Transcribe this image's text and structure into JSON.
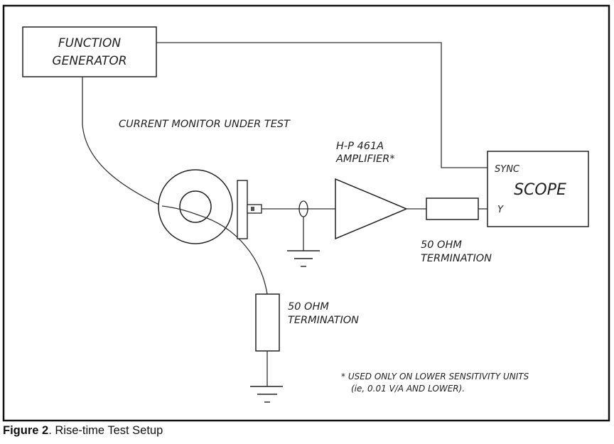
{
  "labels": {
    "function_generator_line1": "FUNCTION",
    "function_generator_line2": "GENERATOR",
    "current_monitor": "CURRENT MONITOR UNDER TEST",
    "amplifier_line1": "H-P 461A",
    "amplifier_line2": "AMPLIFIER*",
    "scope_sync": "SYNC",
    "scope_title": "SCOPE",
    "scope_y": "Y",
    "termination_right_line1": "50 OHM",
    "termination_right_line2": "TERMINATION",
    "termination_bottom_line1": "50 OHM",
    "termination_bottom_line2": "TERMINATION",
    "footnote_line1": "* USED ONLY ON LOWER SENSITIVITY UNITS",
    "footnote_line2": "(ie, 0.01 V/A AND LOWER)."
  },
  "caption": {
    "figure": "Figure 2",
    "text": ". Rise-time Test Setup"
  }
}
